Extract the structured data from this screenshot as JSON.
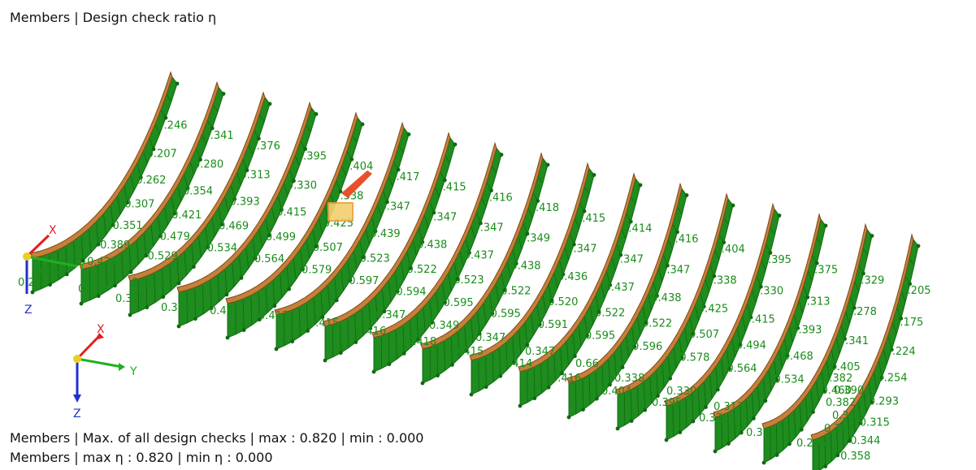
{
  "header": {
    "title": "Members | Design check ratio η"
  },
  "footer": {
    "line1": "Members | Max. of all design checks | max  : 0.820 | min  : 0.000",
    "line2": "Members | max η : 0.820 | min η : 0.000"
  },
  "colors": {
    "member_top": "#c6803a",
    "member_edge": "#7a4a18",
    "ratio_fill": "#1e8c1e",
    "ratio_dark": "#0f6a0f",
    "label": "#1a8c1a",
    "highlight": "#e8502a",
    "axis_x": "#e02020",
    "axis_y": "#20b020",
    "axis_z": "#2030d0"
  },
  "axes": {
    "x": "X",
    "y": "Y",
    "z": "Z"
  },
  "bottom_labels": [
    "0.339",
    "0.376",
    "0.395",
    "0.404",
    "0.417",
    "0.415",
    "0.416",
    "0.418",
    "0.415",
    "0.414",
    "0.416",
    "0.404",
    "0.395",
    "0.375",
    "0.329",
    "0.205"
  ],
  "left_labels": [
    "0.262",
    "0.245",
    "0.420",
    "0.59"
  ],
  "arch_labels": [
    [
      "0.246",
      "0.207",
      "0.262",
      "0.307",
      "0.351",
      "0.389",
      "0.421"
    ],
    [
      "0.341",
      "0.280",
      "0.354",
      "0.421",
      "0.479",
      "0.529"
    ],
    [
      "0.376",
      "0.313",
      "0.393",
      "0.469",
      "0.534"
    ],
    [
      "0.395",
      "0.330",
      "0.415",
      "0.499",
      "0.564"
    ],
    [
      "0.404",
      "0.338",
      "0.425",
      "0.507",
      "0.579"
    ],
    [
      "0.417",
      "0.347",
      "0.439",
      "0.523",
      "0.597"
    ],
    [
      "0.415",
      "0.347",
      "0.438",
      "0.522",
      "0.594"
    ],
    [
      "0.416",
      "0.347",
      "0.437",
      "0.523",
      "0.595"
    ],
    [
      "0.418",
      "0.349",
      "0.438",
      "0.522",
      "0.595"
    ],
    [
      "0.415",
      "0.347",
      "0.436",
      "0.520",
      "0.591"
    ],
    [
      "0.414",
      "0.347",
      "0.437",
      "0.522",
      "0.595"
    ],
    [
      "0.416",
      "0.347",
      "0.438",
      "0.522",
      "0.596"
    ],
    [
      "0.404",
      "0.338",
      "0.425",
      "0.507",
      "0.578"
    ],
    [
      "0.395",
      "0.330",
      "0.415",
      "0.494",
      "0.564"
    ],
    [
      "0.375",
      "0.313",
      "0.393",
      "0.468",
      "0.534"
    ],
    [
      "0.329",
      "0.278",
      "0.341",
      "0.405",
      "0.460"
    ],
    [
      "0.205",
      "0.175",
      "0.224",
      "0.254",
      "0.293",
      "0.315",
      "0.344",
      "0.358"
    ]
  ],
  "right_lower_labels": [
    "0.382",
    "0.390",
    "0.382",
    "0.358",
    "0.293"
  ],
  "mid_lower_labels": [
    "0.347",
    "0.349",
    "0.347",
    "0.347",
    "0.66",
    "0.338",
    "0.330",
    "0.313"
  ]
}
